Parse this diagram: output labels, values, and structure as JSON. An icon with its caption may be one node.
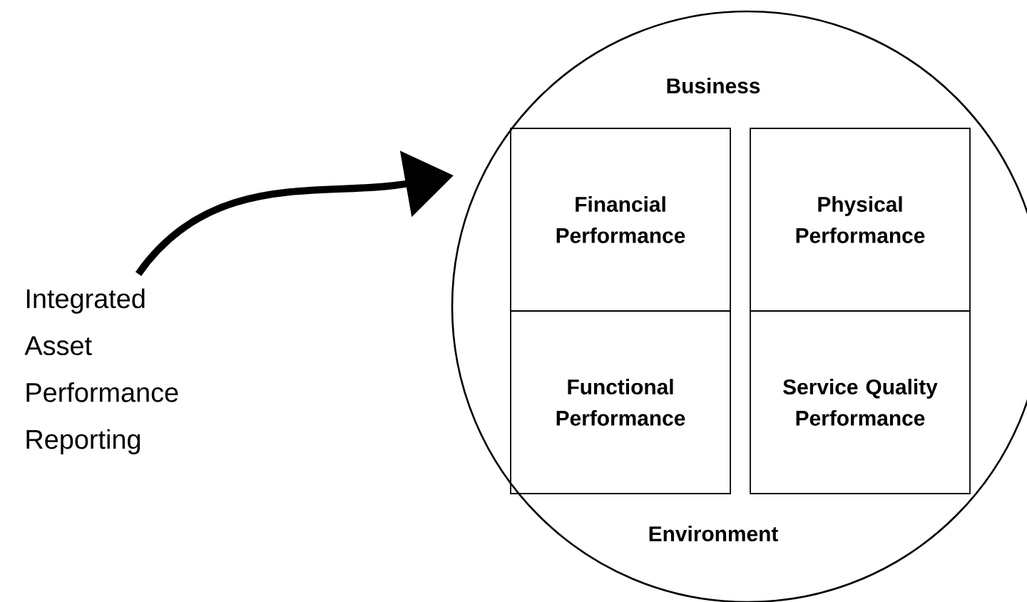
{
  "diagram": {
    "nodes": [
      {
        "text": [
          "Business",
          "Environment"
        ]
      },
      {
        "text": [
          "Financial Performance"
        ],
        "in": 0
      },
      {
        "text": [
          "Physical Performance"
        ],
        "in": 0
      },
      {
        "text": [
          "Functional Performance"
        ],
        "in": 0
      },
      {
        "text": [
          "Service Quality Performance"
        ],
        "in": 0
      },
      {
        "text": [
          "Integrated Asset Performance Reporting"
        ]
      }
    ],
    "edges": [
      {
        "from": 5,
        "to": 0,
        "arrow": "to"
      }
    ]
  }
}
